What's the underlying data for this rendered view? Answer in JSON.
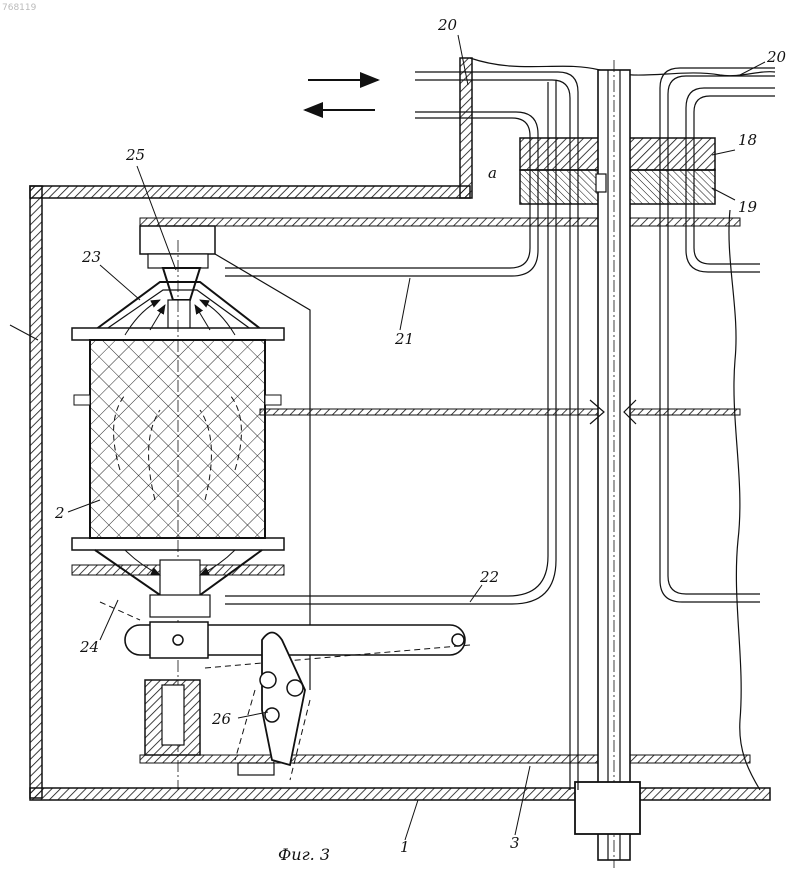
{
  "corner_mark": "768119",
  "caption": "Фиг. 3",
  "labels": {
    "l1": "1",
    "l2": "2",
    "l3": "3",
    "l18": "18",
    "l19": "19",
    "l20a": "20",
    "l20b": "20",
    "l21": "21",
    "l22": "22",
    "l23": "23",
    "l24": "24",
    "l25": "25",
    "l26": "26",
    "la": "a"
  }
}
